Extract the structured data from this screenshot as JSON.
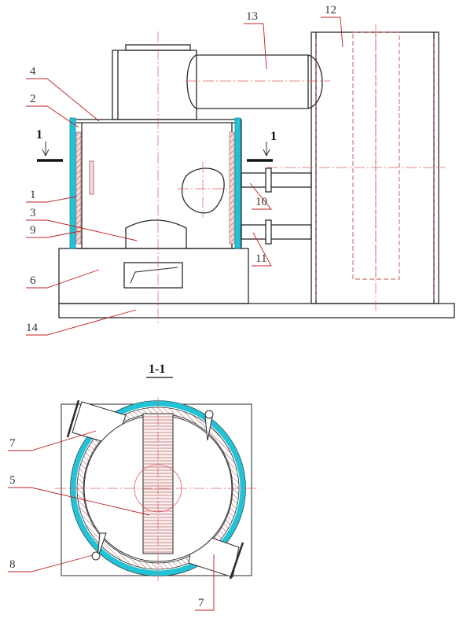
{
  "section_title": "1-1",
  "section_marks": {
    "left": "1",
    "right": "1"
  },
  "callouts": {
    "c1": "1",
    "c2": "2",
    "c3": "3",
    "c4": "4",
    "c6": "6",
    "c9": "9",
    "c10": "10",
    "c11": "11",
    "c12": "12",
    "c13": "13",
    "c14": "14",
    "c5": "5",
    "c7a": "7",
    "c7b": "7",
    "c8": "8"
  },
  "colors": {
    "insulation_outer": "#22c3d6",
    "refractory_hatch": "#c06060",
    "centerline": "#e06060",
    "leader": "#c02020",
    "outline": "#2a2a2a"
  }
}
